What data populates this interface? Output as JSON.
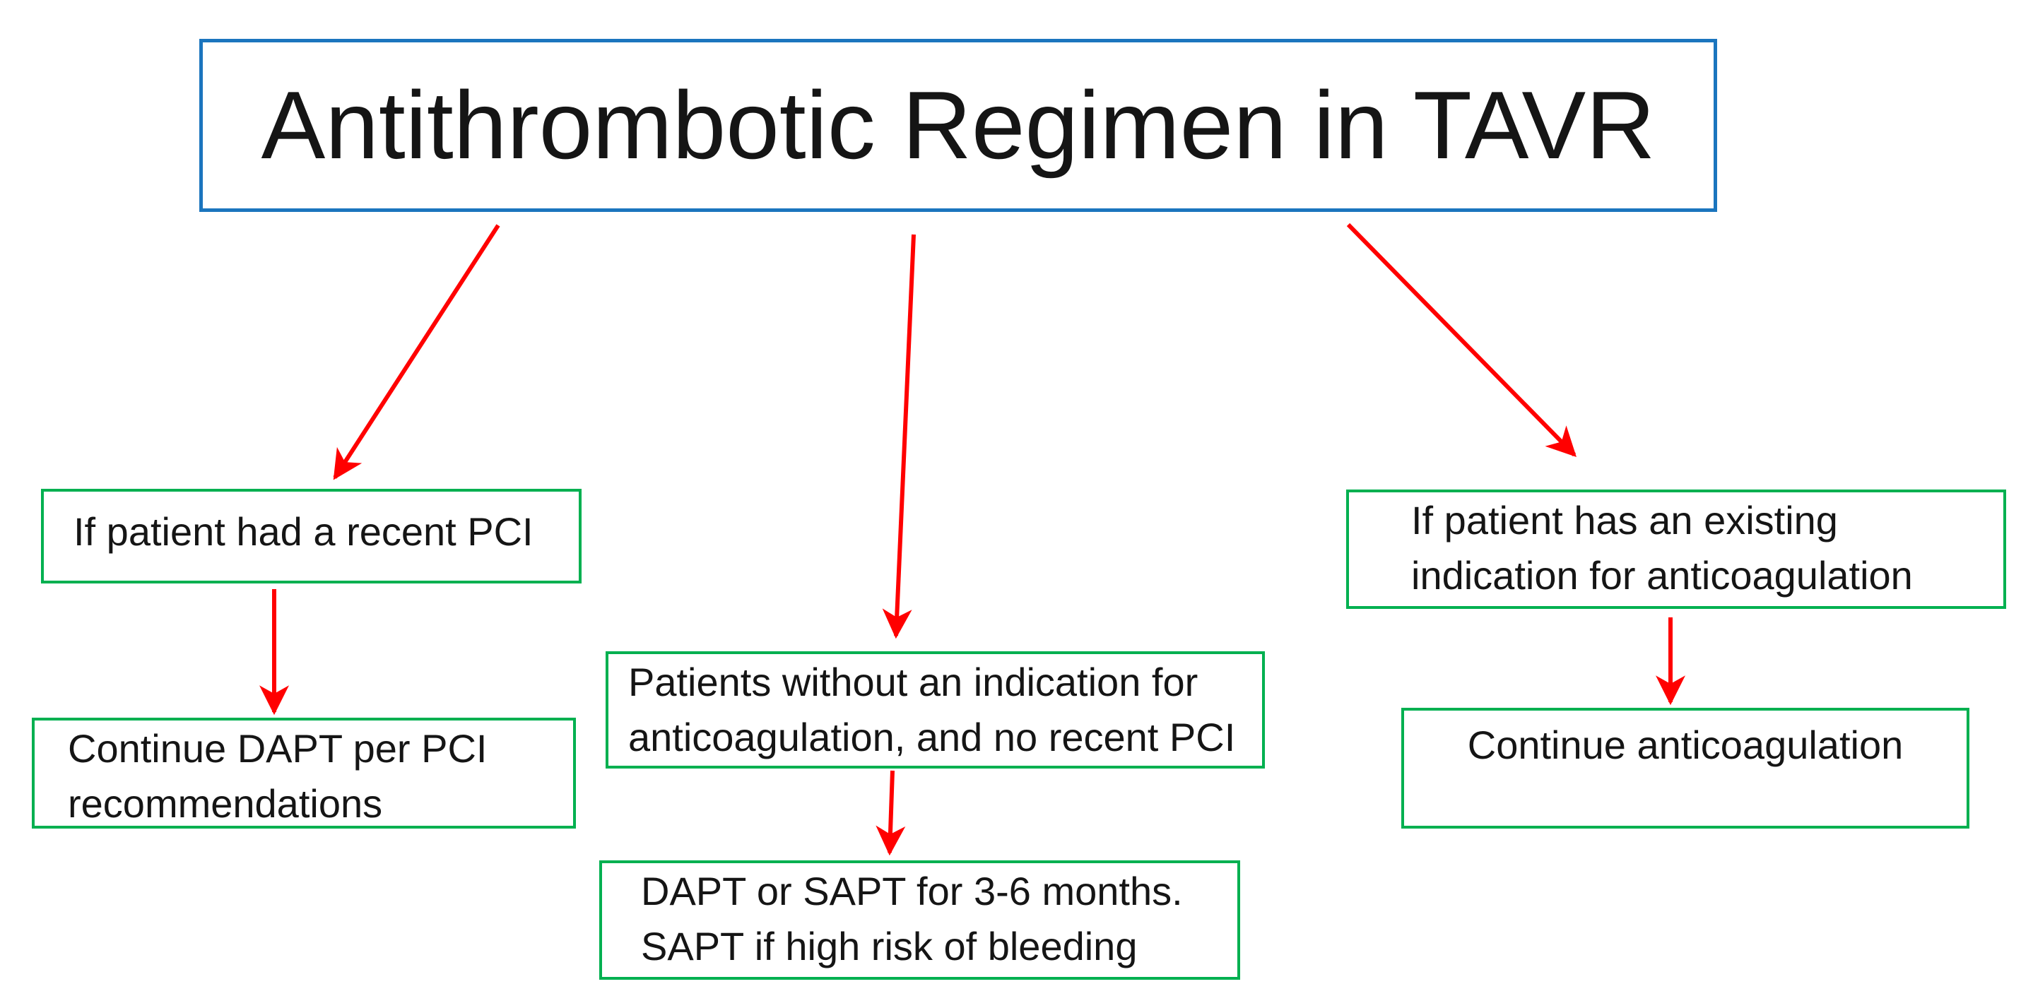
{
  "title": "Antithrombotic Regimen in TAVR",
  "branches": [
    {
      "id": "recent-pci",
      "condition_lines": [
        "If patient had a recent PCI"
      ],
      "outcome_lines": [
        "Continue DAPT per PCI",
        "recommendations"
      ]
    },
    {
      "id": "no-indication-no-pci",
      "condition_lines": [
        "Patients without an indication for",
        "anticoagulation, and no recent PCI"
      ],
      "outcome_lines": [
        "DAPT or SAPT for 3-6 months.",
        "SAPT if high risk of bleeding"
      ]
    },
    {
      "id": "existing-anticoagulation",
      "condition_lines": [
        "If patient has an existing",
        "indication for anticoagulation"
      ],
      "outcome_lines": [
        "Continue anticoagulation"
      ]
    }
  ],
  "colors": {
    "blue": "#1B75BE",
    "green": "#00B050",
    "red": "#FF0000"
  }
}
